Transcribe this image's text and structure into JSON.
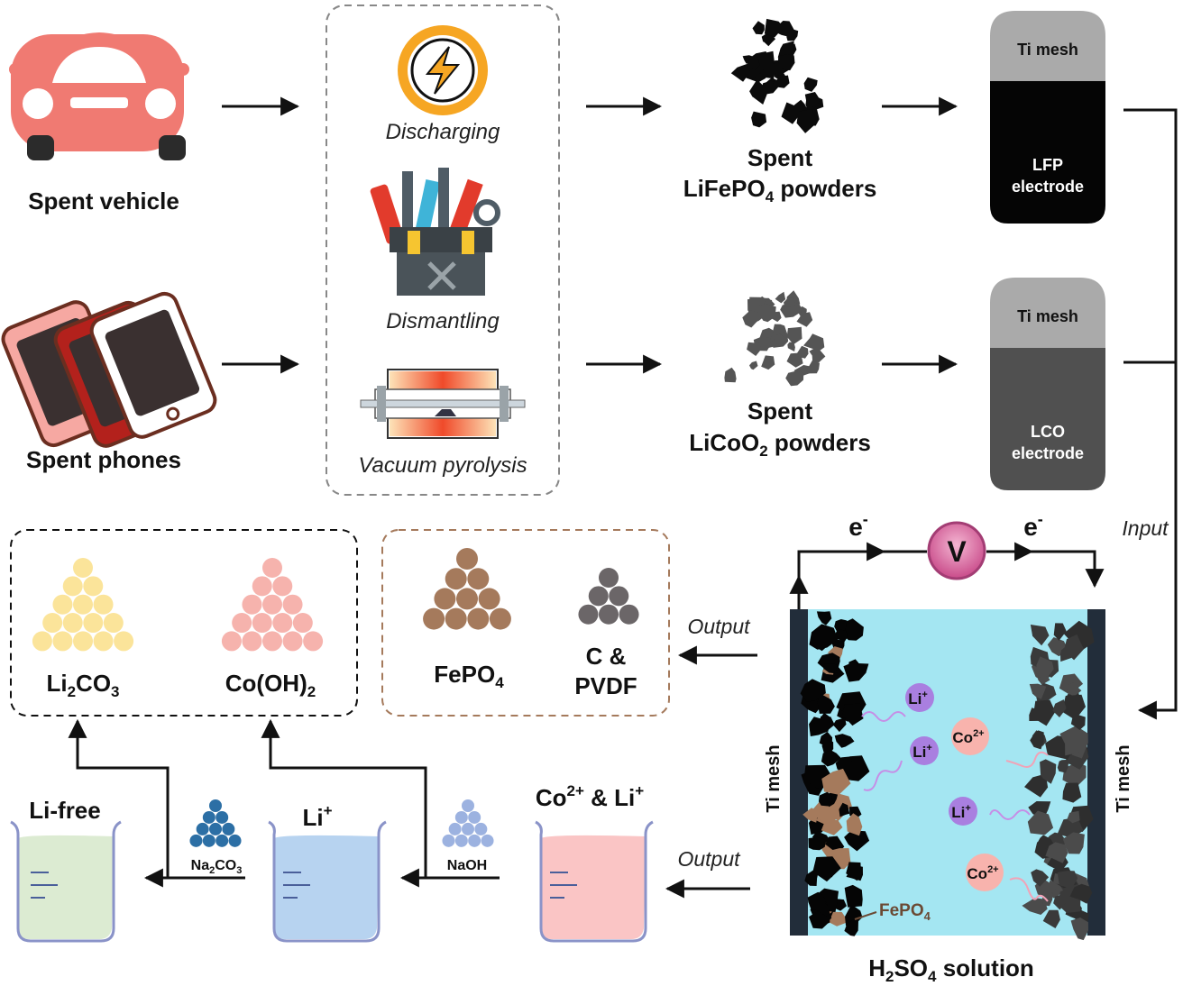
{
  "sources": {
    "vehicle_label": "Spent vehicle",
    "phones_label": "Spent phones"
  },
  "pretreatment": {
    "steps": [
      "Discharging",
      "Dismantling",
      "Vacuum pyrolysis"
    ]
  },
  "powders": {
    "lfp": {
      "line1": "Spent",
      "line2_main": "LiFePO",
      "line2_sub": "4",
      "line2_tail": " powders"
    },
    "lco": {
      "line1": "Spent",
      "line2_main": "LiCoO",
      "line2_sub": "2",
      "line2_tail": " powders"
    }
  },
  "electrodes": {
    "lfp": {
      "cap": "Ti mesh",
      "body_line1": "LFP",
      "body_line2": "electrode"
    },
    "lco": {
      "cap": "Ti mesh",
      "body_line1": "LCO",
      "body_line2": "electrode"
    }
  },
  "cell": {
    "input_label": "Input",
    "electron_left": "e",
    "electron_right": "e",
    "electron_sup": "-",
    "voltmeter": "V",
    "left_mesh": "Ti mesh",
    "right_mesh": "Ti mesh",
    "solution_main": "H",
    "solution_sub": "2",
    "solution_mid": "SO",
    "solution_sub2": "4",
    "solution_tail": " solution",
    "fepo4_main": "FePO",
    "fepo4_sub": "4",
    "ion_li": "Li",
    "ion_li_sup": "+",
    "ion_co": "Co",
    "ion_co_sup": "2+"
  },
  "outputs": {
    "top_output_label": "Output",
    "bottom_output_label": "Output",
    "fepo4_main": "FePO",
    "fepo4_sub": "4",
    "c_pvdf_line1": "C &",
    "c_pvdf_line2": "PVDF",
    "li2co3": {
      "a": "Li",
      "a_sub": "2",
      "b": "CO",
      "b_sub": "3"
    },
    "coh2": {
      "a": "Co(OH)",
      "a_sub": "2"
    }
  },
  "beakers": {
    "co_li": {
      "a": "Co",
      "a_sup": "2+",
      "b": " & Li",
      "b_sup": "+"
    },
    "li": {
      "a": "Li",
      "a_sup": "+"
    },
    "li_free": "Li-free",
    "naoh": "NaOH",
    "na2co3": {
      "a": "Na",
      "a_sub": "2",
      "b": "CO",
      "b_sub": "3"
    }
  },
  "colors": {
    "car": "#f07a72",
    "li2co3": "#fbe49a",
    "coh2": "#f6b3ad",
    "fepo4": "#a57a5c",
    "carbon": "#6b6668",
    "solution": "#a4e6f2",
    "naoh_dots": "#9cb2e0",
    "na2co3_dots": "#2c6fa5"
  }
}
